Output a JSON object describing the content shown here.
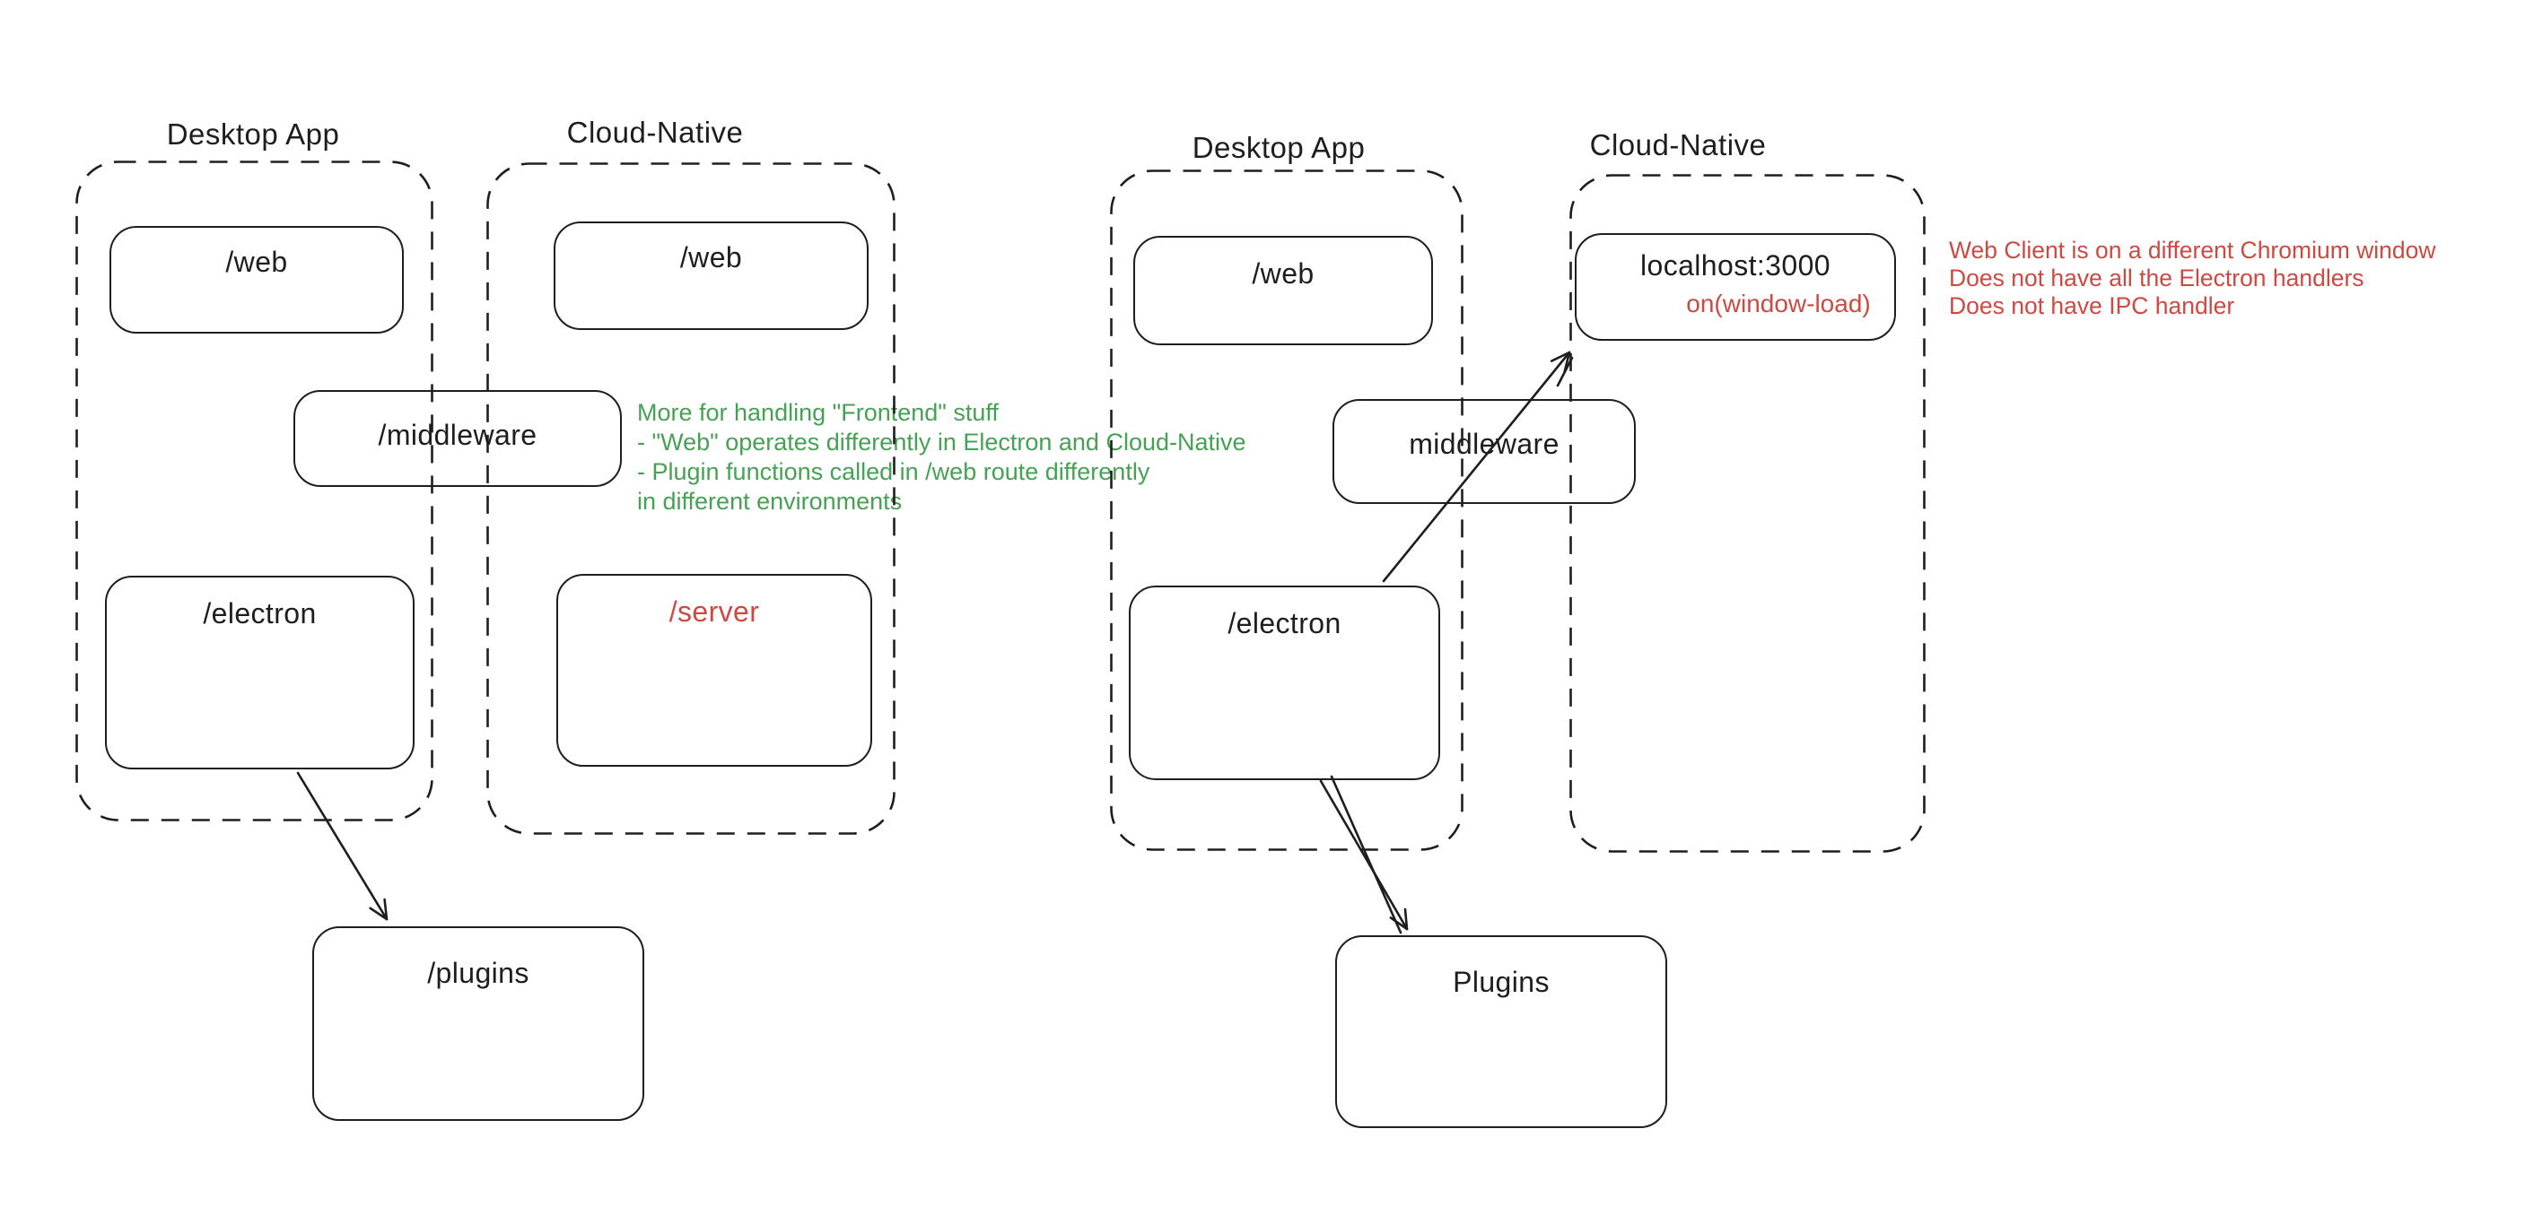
{
  "colors": {
    "background": "#ffffff",
    "stroke": "#1e1e1e",
    "green": "#46a155",
    "red": "#cc4a42"
  },
  "left_diagram": {
    "desktop_label": "Desktop App",
    "cloud_label": "Cloud-Native",
    "web_desktop": "/web",
    "web_cloud": "/web",
    "middleware": "/middleware",
    "electron": "/electron",
    "server": "/server",
    "plugins": "/plugins",
    "green_note": {
      "lines": [
        "More for handling \"Frontend\" stuff",
        "- \"Web\" operates differently in Electron and Cloud-Native",
        "- Plugin functions called in /web route differently",
        "in different environments"
      ]
    }
  },
  "right_diagram": {
    "desktop_label": "Desktop App",
    "cloud_label": "Cloud-Native",
    "web": "/web",
    "localhost": "localhost:3000",
    "localhost_event": "on(window-load)",
    "middleware": "middleware",
    "electron": "/electron",
    "plugins": "Plugins",
    "red_note": {
      "lines": [
        "Web Client is on a different Chromium window",
        "Does not have all the Electron handlers",
        "Does not have IPC handler"
      ]
    }
  }
}
